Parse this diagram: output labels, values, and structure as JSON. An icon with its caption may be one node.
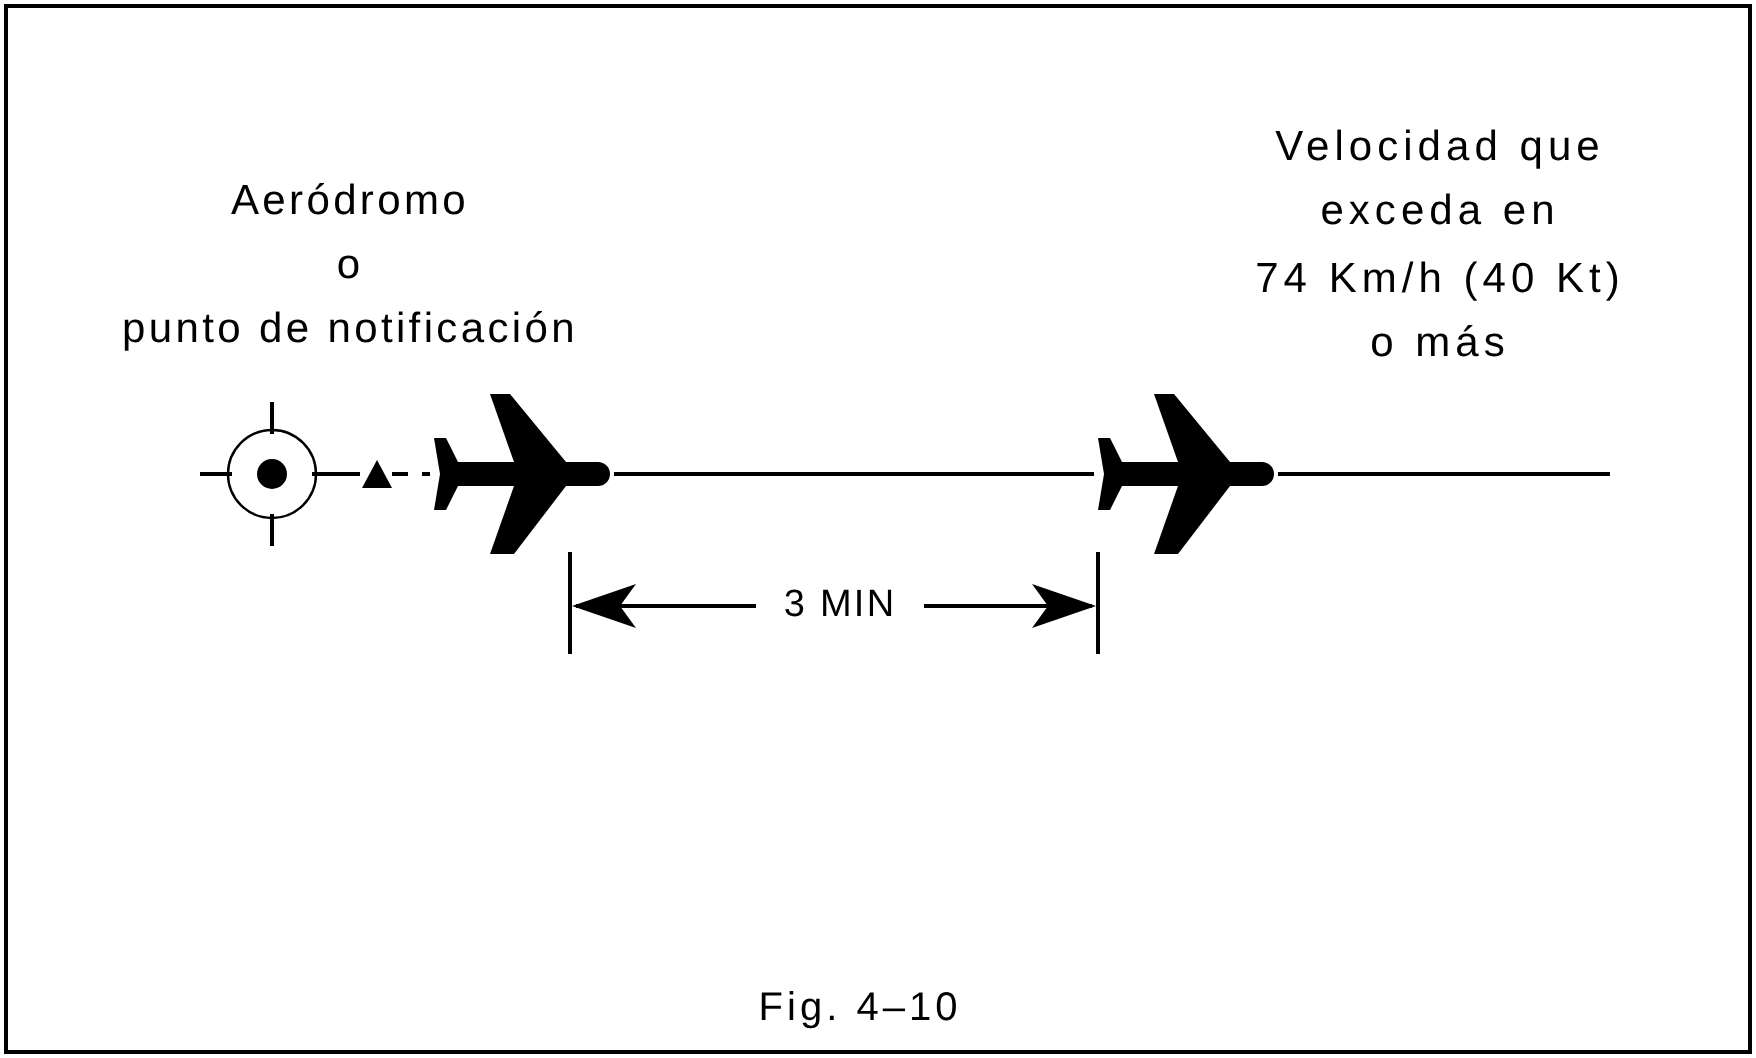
{
  "diagram": {
    "caption": "Fig. 4–10",
    "nodes": [
      {
        "text": [],
        "shape": "circle"
      },
      {
        "text": [],
        "shape": "triangle"
      },
      {
        "text": [],
        "shape": "airplane"
      },
      {
        "text": [],
        "shape": "airplane"
      }
    ],
    "edges": [
      {
        "from": 0,
        "to": 1,
        "arrow": "none",
        "style": "dashed"
      },
      {
        "from": 1,
        "to": 2,
        "arrow": "none",
        "style": "dashed"
      },
      {
        "from": 2,
        "to": 3,
        "arrow": "none"
      },
      {
        "from": 3,
        "to": null,
        "arrow": "none"
      }
    ],
    "labels": [
      "Aeródromo",
      "o",
      "punto de notificación",
      "Velocidad que",
      "exceda en",
      "74 Km/h (40 Kt)",
      "o más",
      "3 MIN"
    ]
  }
}
